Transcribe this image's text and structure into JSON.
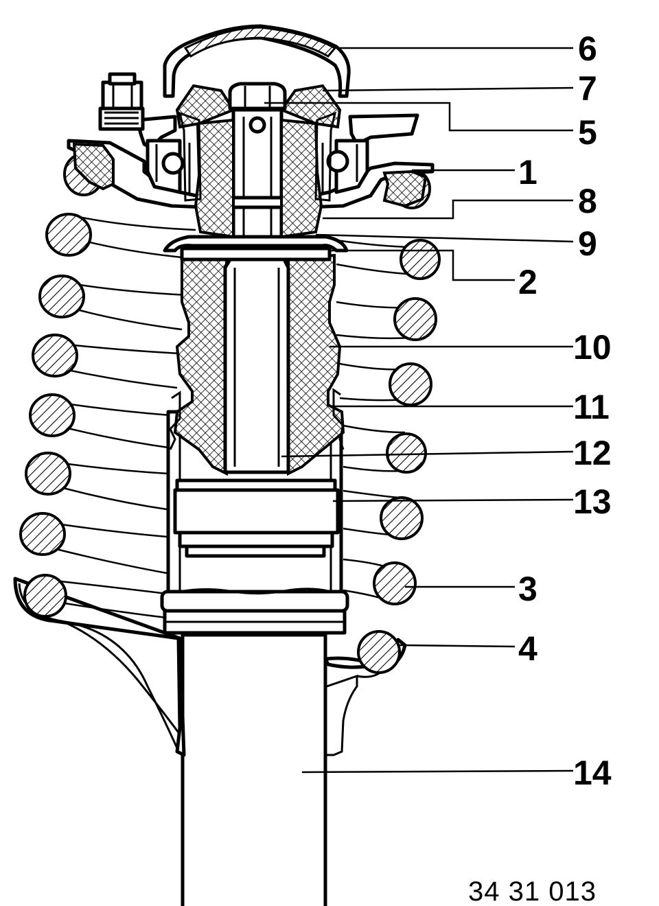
{
  "diagram": {
    "callouts": [
      {
        "id": "c6",
        "label": "6"
      },
      {
        "id": "c7",
        "label": "7"
      },
      {
        "id": "c5",
        "label": "5"
      },
      {
        "id": "c1",
        "label": "1"
      },
      {
        "id": "c8",
        "label": "8"
      },
      {
        "id": "c9",
        "label": "9"
      },
      {
        "id": "c2",
        "label": "2"
      },
      {
        "id": "c10",
        "label": "10"
      },
      {
        "id": "c11",
        "label": "11"
      },
      {
        "id": "c12",
        "label": "12"
      },
      {
        "id": "c13",
        "label": "13"
      },
      {
        "id": "c3",
        "label": "3"
      },
      {
        "id": "c4",
        "label": "4"
      },
      {
        "id": "c14",
        "label": "14"
      }
    ],
    "figure_id": "34 31 013"
  }
}
